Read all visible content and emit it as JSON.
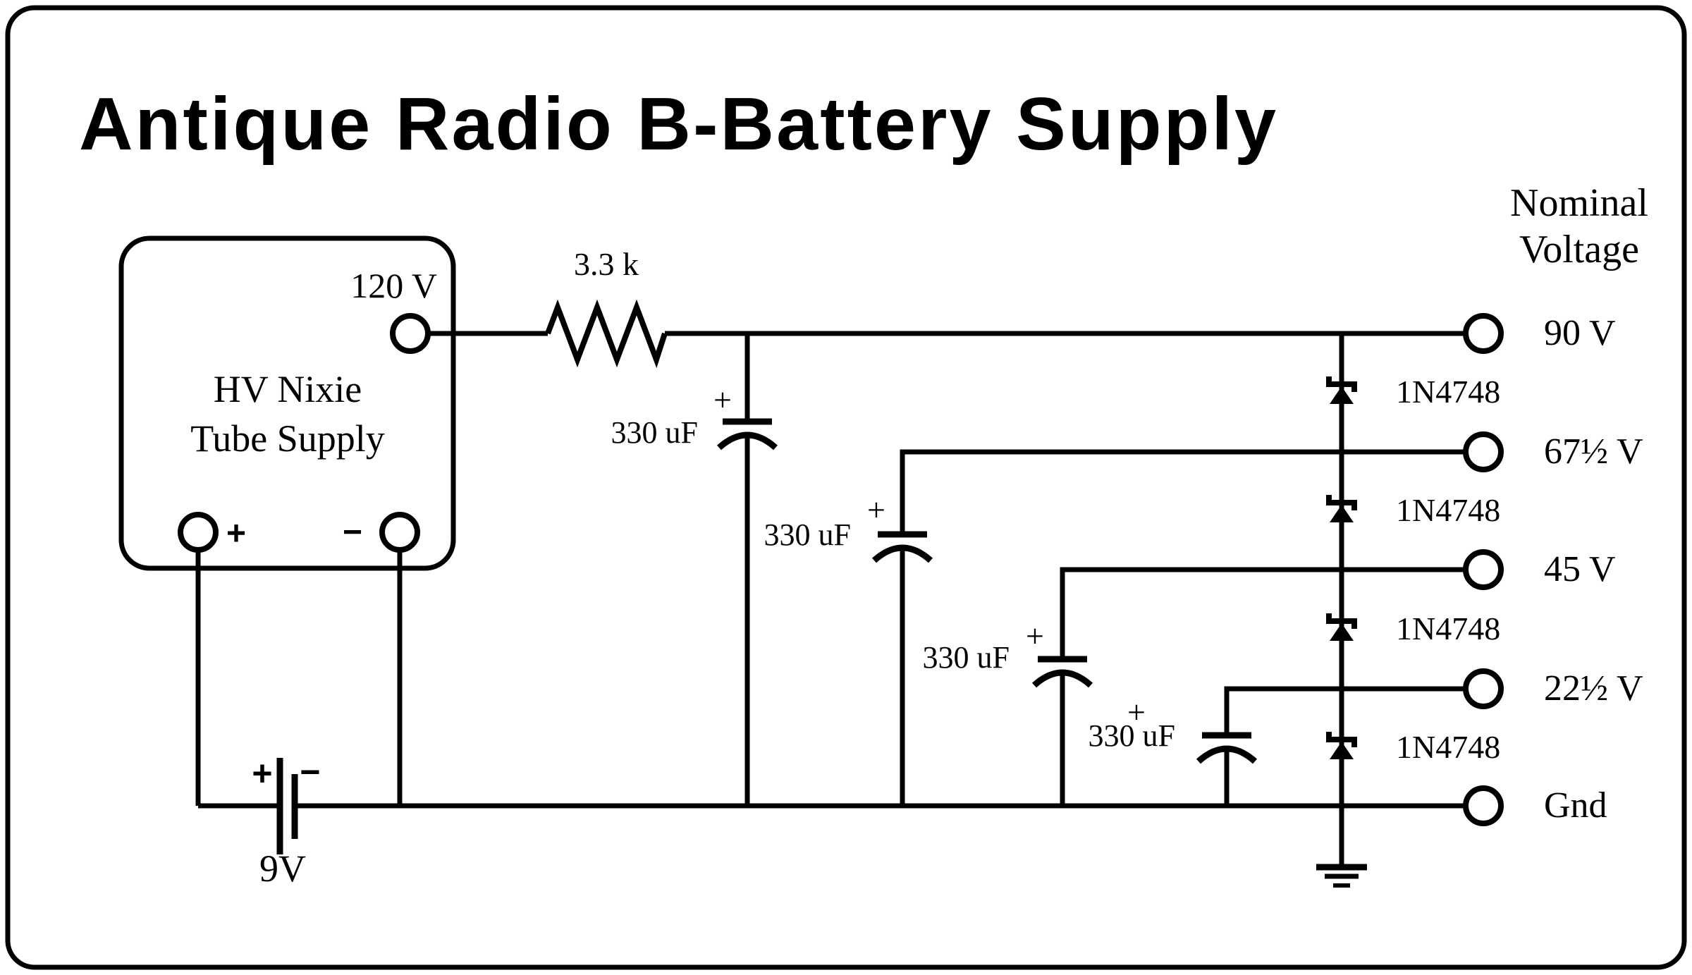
{
  "title": {
    "text": "Antique Radio B-Battery Supply",
    "color": "#e81818"
  },
  "colors": {
    "line": "#000000",
    "background": "#ffffff"
  },
  "source_box": {
    "line1": "HV Nixie",
    "line2": "Tube Supply",
    "output_terminal_label": "120 V",
    "plus": "+",
    "minus": "−"
  },
  "resistor": {
    "value": "3.3 k"
  },
  "capacitors": [
    {
      "value": "330 uF",
      "polarity": "+"
    },
    {
      "value": "330 uF",
      "polarity": "+"
    },
    {
      "value": "330 uF",
      "polarity": "+"
    },
    {
      "value": "330 uF",
      "polarity": "+"
    }
  ],
  "zener_diodes": [
    {
      "part": "1N4748"
    },
    {
      "part": "1N4748"
    },
    {
      "part": "1N4748"
    },
    {
      "part": "1N4748"
    }
  ],
  "battery": {
    "value": "9V",
    "plus": "+",
    "minus": "−"
  },
  "outputs": {
    "header_line1": "Nominal",
    "header_line2": "Voltage",
    "terminals": [
      {
        "label": "90 V"
      },
      {
        "label": "67½ V"
      },
      {
        "label": "45 V"
      },
      {
        "label": "22½ V"
      },
      {
        "label": "Gnd"
      }
    ]
  }
}
